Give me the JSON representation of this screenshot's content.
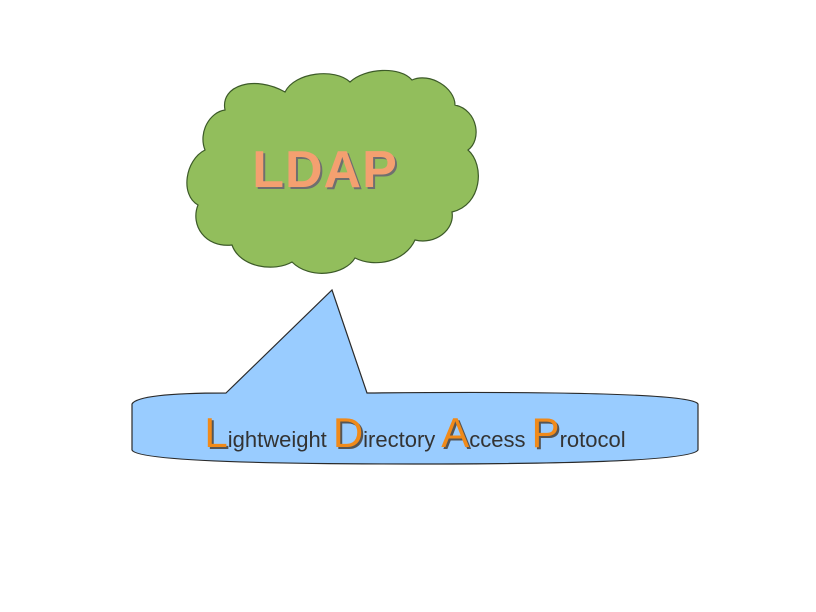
{
  "cloud": {
    "title": "LDAP",
    "fill": "#92be5c",
    "stroke": "#3c5a28"
  },
  "callout": {
    "fill": "#99ccff",
    "stroke": "#2a2a2a",
    "words": [
      {
        "cap": "L",
        "rest": "ightweight"
      },
      {
        "cap": "D",
        "rest": "irectory"
      },
      {
        "cap": "A",
        "rest": "ccess"
      },
      {
        "cap": "P",
        "rest": "rotocol"
      }
    ],
    "cap_color": "#f08a1a"
  }
}
